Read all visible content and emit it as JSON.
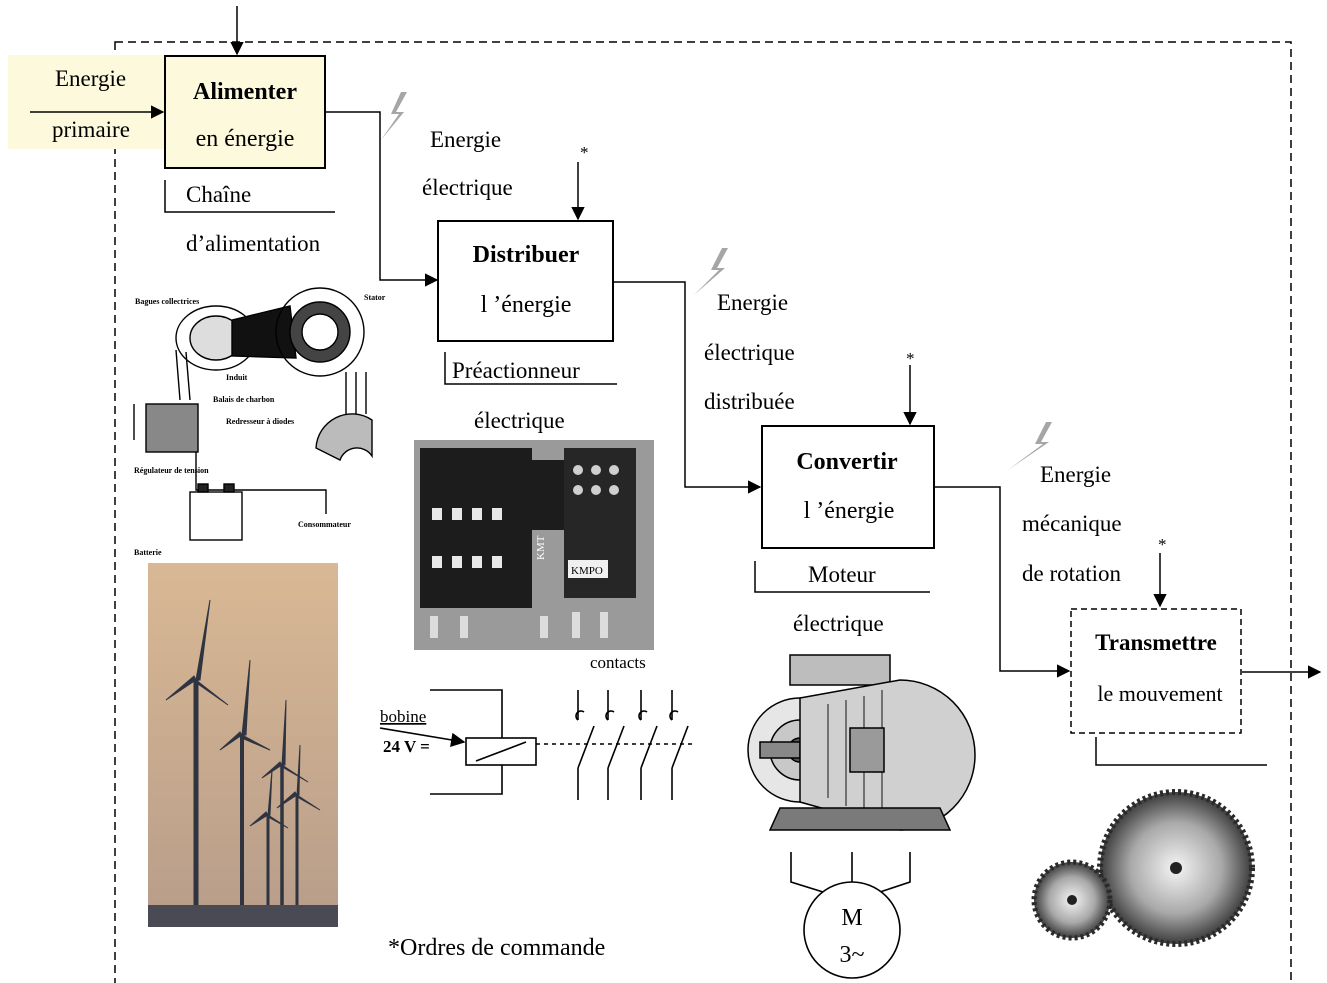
{
  "primary_input": {
    "line1": "Energie",
    "line2": "primaire"
  },
  "blocks": {
    "alimenter": {
      "title": "Alimenter",
      "subtitle": "en énergie"
    },
    "distribuer": {
      "title": "Distribuer",
      "subtitle": "l ’énergie"
    },
    "convertir": {
      "title": "Convertir",
      "subtitle": "l ’énergie"
    },
    "transmettre": {
      "title": "Transmettre",
      "subtitle": "le mouvement"
    }
  },
  "block_captions": {
    "alimenter": {
      "line1": "Chaîne",
      "line2": "d’alimentation"
    },
    "distribuer": {
      "line1": "Préactionneur",
      "line2": "électrique"
    },
    "convertir": {
      "line1": "Moteur",
      "line2": "électrique"
    }
  },
  "flows": {
    "electric": {
      "line1": "Energie",
      "line2": "électrique"
    },
    "distributed": {
      "line1": "Energie",
      "line2": "électrique",
      "line3": "distribuée"
    },
    "mechanical": {
      "line1": "Energie",
      "line2": "mécanique",
      "line3": "de rotation"
    }
  },
  "order_marker": "*",
  "legend_orders": "*Ordres de commande",
  "alternator_labels": {
    "bagues": "Bagues collectrices",
    "stator": "Stator",
    "induit": "Induit",
    "balais": "Balais de charbon",
    "redresseur": "Redresseur à diodes",
    "regulateur": "Régulateur de tension",
    "consommateur": "Consommateur",
    "batterie": "Batterie"
  },
  "contactor_photo": {
    "label_kmt": "KMT",
    "label_kmpo": "KMPO"
  },
  "relay_schematic": {
    "coil_label": "bobine",
    "voltage_label": "24 V =",
    "contacts_label": "contacts"
  },
  "motor_symbol": {
    "letter": "M",
    "phases": "3~"
  },
  "colors": {
    "lightning": "#a6a6a6",
    "input_highlight": "#fdf9dc",
    "sky": "#d6b392",
    "line": "#000000"
  }
}
